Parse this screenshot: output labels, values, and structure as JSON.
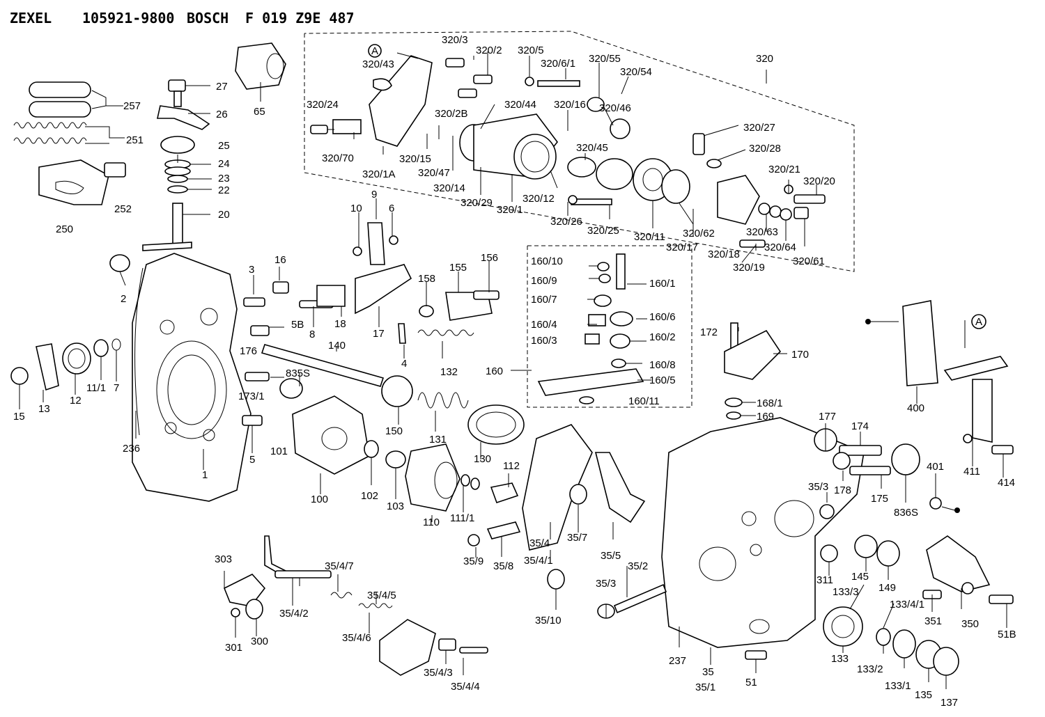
{
  "header": {
    "maker": "ZEXEL",
    "part_number": "105921-9800",
    "brand": "BOSCH",
    "bosch_number": "F 019 Z9E 487"
  },
  "callouts": [
    "257",
    "251",
    "250",
    "252",
    "27",
    "26",
    "25",
    "24",
    "23",
    "22",
    "20",
    "65",
    "2",
    "3",
    "16",
    "5B",
    "8",
    "18",
    "15",
    "13",
    "12",
    "11/1",
    "7",
    "176",
    "140",
    "835S",
    "173/1",
    "101",
    "5",
    "1",
    "236",
    "100",
    "102",
    "103",
    "150",
    "131",
    "130",
    "110",
    "111/1",
    "112",
    "10",
    "9",
    "6",
    "17",
    "4",
    "158",
    "155",
    "156",
    "132",
    "160/10",
    "160/9",
    "160/1",
    "160/7",
    "160/4",
    "160/6",
    "160/3",
    "160/2",
    "160/8",
    "160/5",
    "160",
    "160/11",
    "320/3",
    "320/2",
    "320/5",
    "320/6/1",
    "320/55",
    "320/54",
    "320",
    "320/43",
    "320/24",
    "320/70",
    "320/1A",
    "320/2B",
    "320/15",
    "320/47",
    "320/14",
    "320/44",
    "320/16",
    "320/46",
    "320/29",
    "320/1",
    "320/12",
    "320/45",
    "320/26",
    "320/25",
    "320/11",
    "320/62",
    "320/17",
    "320/18",
    "320/19",
    "320/27",
    "320/28",
    "320/21",
    "320/20",
    "320/63",
    "320/64",
    "320/61",
    "172",
    "170",
    "168/1",
    "169",
    "400",
    "411",
    "414",
    "177",
    "174",
    "178",
    "175",
    "836S",
    "401",
    "35/4",
    "35/4/1",
    "35/7",
    "35/5",
    "35/9",
    "35/8",
    "35/10",
    "35/3",
    "35/2",
    "303",
    "35/4/7",
    "35/4/5",
    "35/4/2",
    "35/4/6",
    "301",
    "300",
    "35/4/3",
    "35/4/4",
    "311",
    "145",
    "149",
    "133/3",
    "133/4/1",
    "133",
    "133/2",
    "133/1",
    "135",
    "137",
    "237",
    "35",
    "35/1",
    "51",
    "351",
    "350",
    "51B"
  ],
  "marker": "A"
}
